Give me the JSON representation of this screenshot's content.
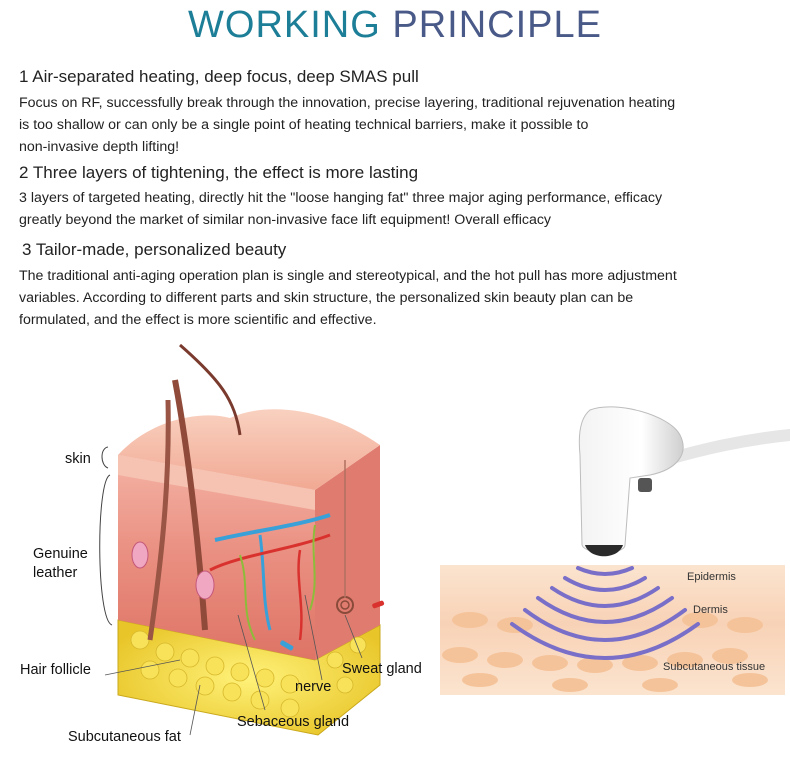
{
  "title": {
    "part1": "WORKING ",
    "part2": "PRINCIPLE"
  },
  "sections": [
    {
      "heading": "1 Air-separated heating, deep focus, deep SMAS pull",
      "lines": [
        "Focus on RF, successfully break through the innovation, precise layering, traditional rejuvenation heating",
        "is too shallow or can only be a single point of heating technical barriers, make it possible to",
        "non-invasive depth lifting!"
      ]
    },
    {
      "heading": "2 Three layers of tightening, the effect is more lasting",
      "lines": [
        "3 layers of targeted heating, directly hit the \"loose hanging fat\" three major aging performance, efficacy",
        "greatly beyond the market of similar non-invasive face lift equipment! Overall efficacy"
      ]
    },
    {
      "heading": "3 Tailor-made, personalized beauty",
      "lines": [
        "The traditional anti-aging operation plan is single and stereotypical, and the hot pull has more adjustment",
        "variables. According to different parts and skin structure, the personalized skin beauty plan can be",
        "formulated, and the effect is more scientific and effective."
      ]
    }
  ],
  "skin_diagram": {
    "labels": {
      "skin": "skin",
      "genuine_leather_1": "Genuine",
      "genuine_leather_2": "leather",
      "hair_follicle": "Hair follicle",
      "subcutaneous_fat": "Subcutaneous fat",
      "sebaceous_gland": "Sebaceous gland",
      "nerve": "nerve",
      "sweat_gland": "Sweat gland"
    }
  },
  "device_diagram": {
    "labels": {
      "epidermis": "Epidermis",
      "dermis": "Dermis",
      "subcutaneous_tissue": "Subcutaneous tissue"
    }
  },
  "colors": {
    "title_accent": "#1d7e97",
    "title_secondary": "#4a5a88",
    "fat_yellow": "#f2d84a",
    "dermis_pink": "#e8867a",
    "wave_purple": "#7a6fc8"
  }
}
